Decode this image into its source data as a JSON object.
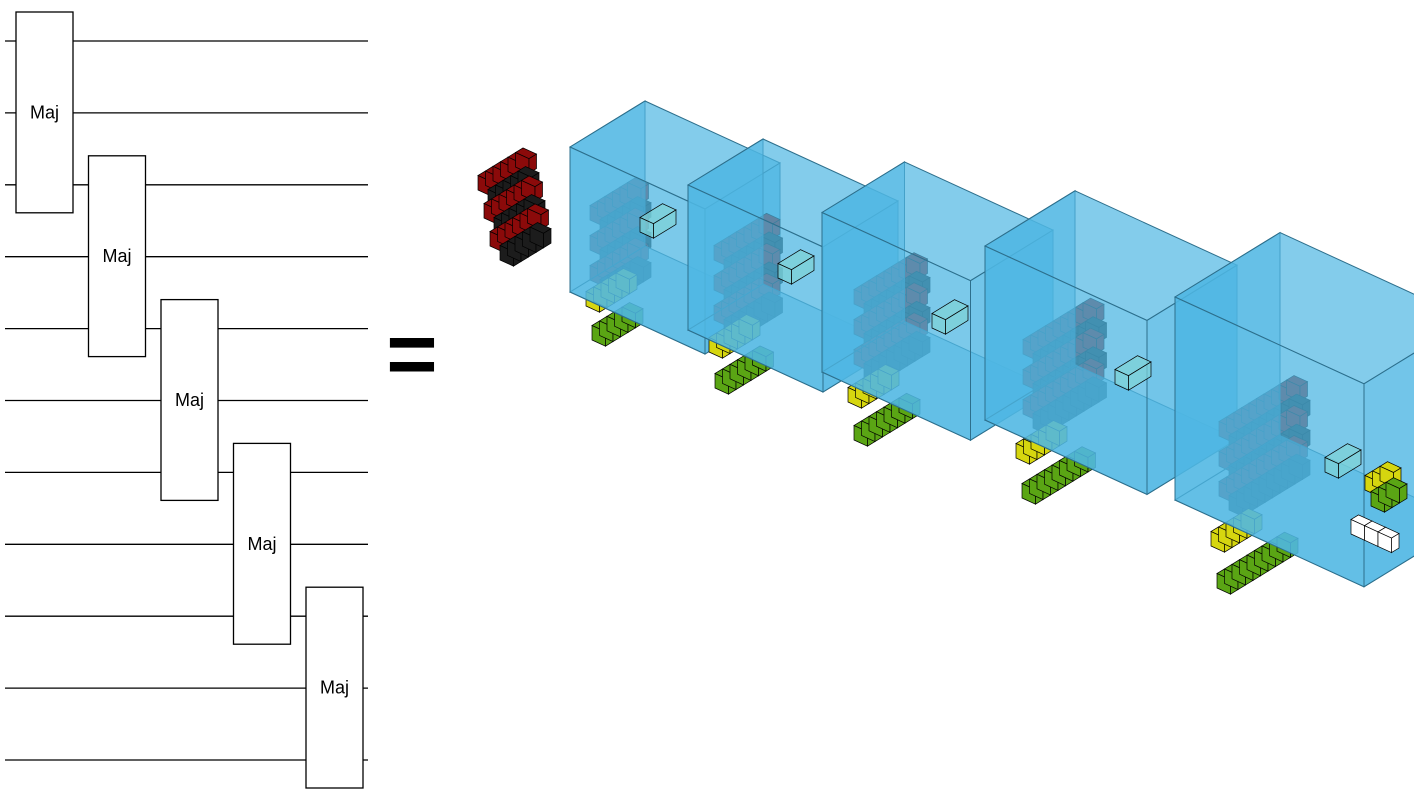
{
  "circuit": {
    "gate_label": "Maj",
    "wire_count": 11,
    "gates": [
      {
        "label": "Maj",
        "first_wire": 0,
        "last_wire": 2
      },
      {
        "label": "Maj",
        "first_wire": 2,
        "last_wire": 4
      },
      {
        "label": "Maj",
        "first_wire": 4,
        "last_wire": 6
      },
      {
        "label": "Maj",
        "first_wire": 6,
        "last_wire": 8
      },
      {
        "label": "Maj",
        "first_wire": 8,
        "last_wire": 10
      }
    ]
  },
  "equals_sign": "=",
  "lattice_surgery": {
    "block_count": 5,
    "colors": {
      "block_fill": "#4fb7e3",
      "block_edge": "#2d6f8c",
      "red_bar": "#8b0a0a",
      "black_bar": "#1c1c1c",
      "yellow_bar": "#d6d60f",
      "green_bar": "#5aa514",
      "white_bar": "#ffffff",
      "teal_stub": "#7fd3d6"
    }
  }
}
